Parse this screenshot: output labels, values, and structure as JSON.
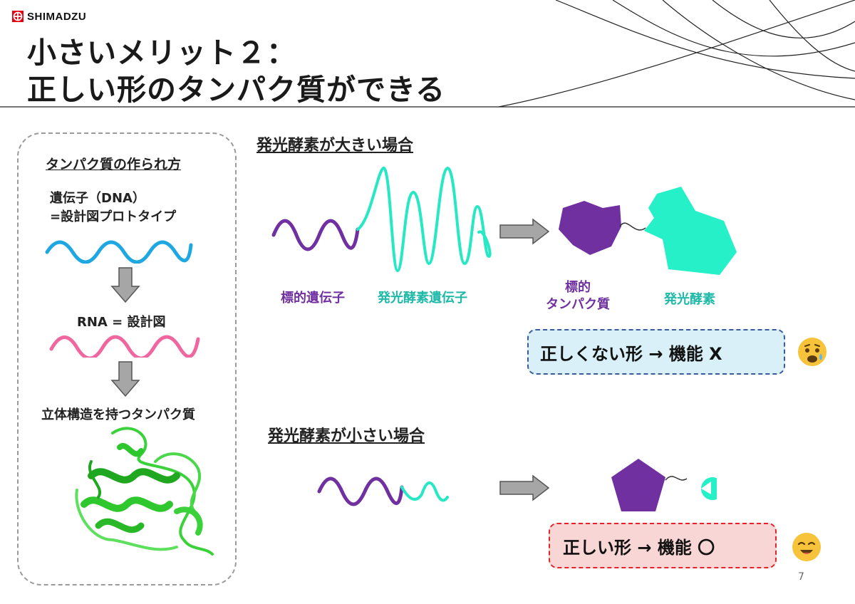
{
  "logo": {
    "text": "SHIMADZU"
  },
  "title": {
    "line1": "小さいメリット２：",
    "line2": "正しい形のタンパク質ができる"
  },
  "left_panel": {
    "heading": "タンパク質の作られ方",
    "gene_line1": "遺伝子（DNA）",
    "gene_line2": "=設計図プロトタイプ",
    "rna": "RNA = 設計図",
    "protein": "立体構造を持つタンパク質"
  },
  "large_case": {
    "title": "発光酵素が大きい場合",
    "target_gene": "標的遺伝子",
    "luciferase_gene": "発光酵素遺伝子",
    "target_protein_line1": "標的",
    "target_protein_line2": "タンパク質",
    "luciferase": "発光酵素",
    "result": "正しくない形 → 機能 X"
  },
  "small_case": {
    "title": "発光酵素が小さい場合",
    "result": "正しい形 → 機能 〇"
  },
  "page_number": "7",
  "colors": {
    "dna": "#1ea7e0",
    "rna": "#f0679f",
    "target": "#7030a0",
    "luciferase": "#26e8c4",
    "protein_green": "#2ec72e",
    "arrow_gray": "#a6a6a6"
  }
}
